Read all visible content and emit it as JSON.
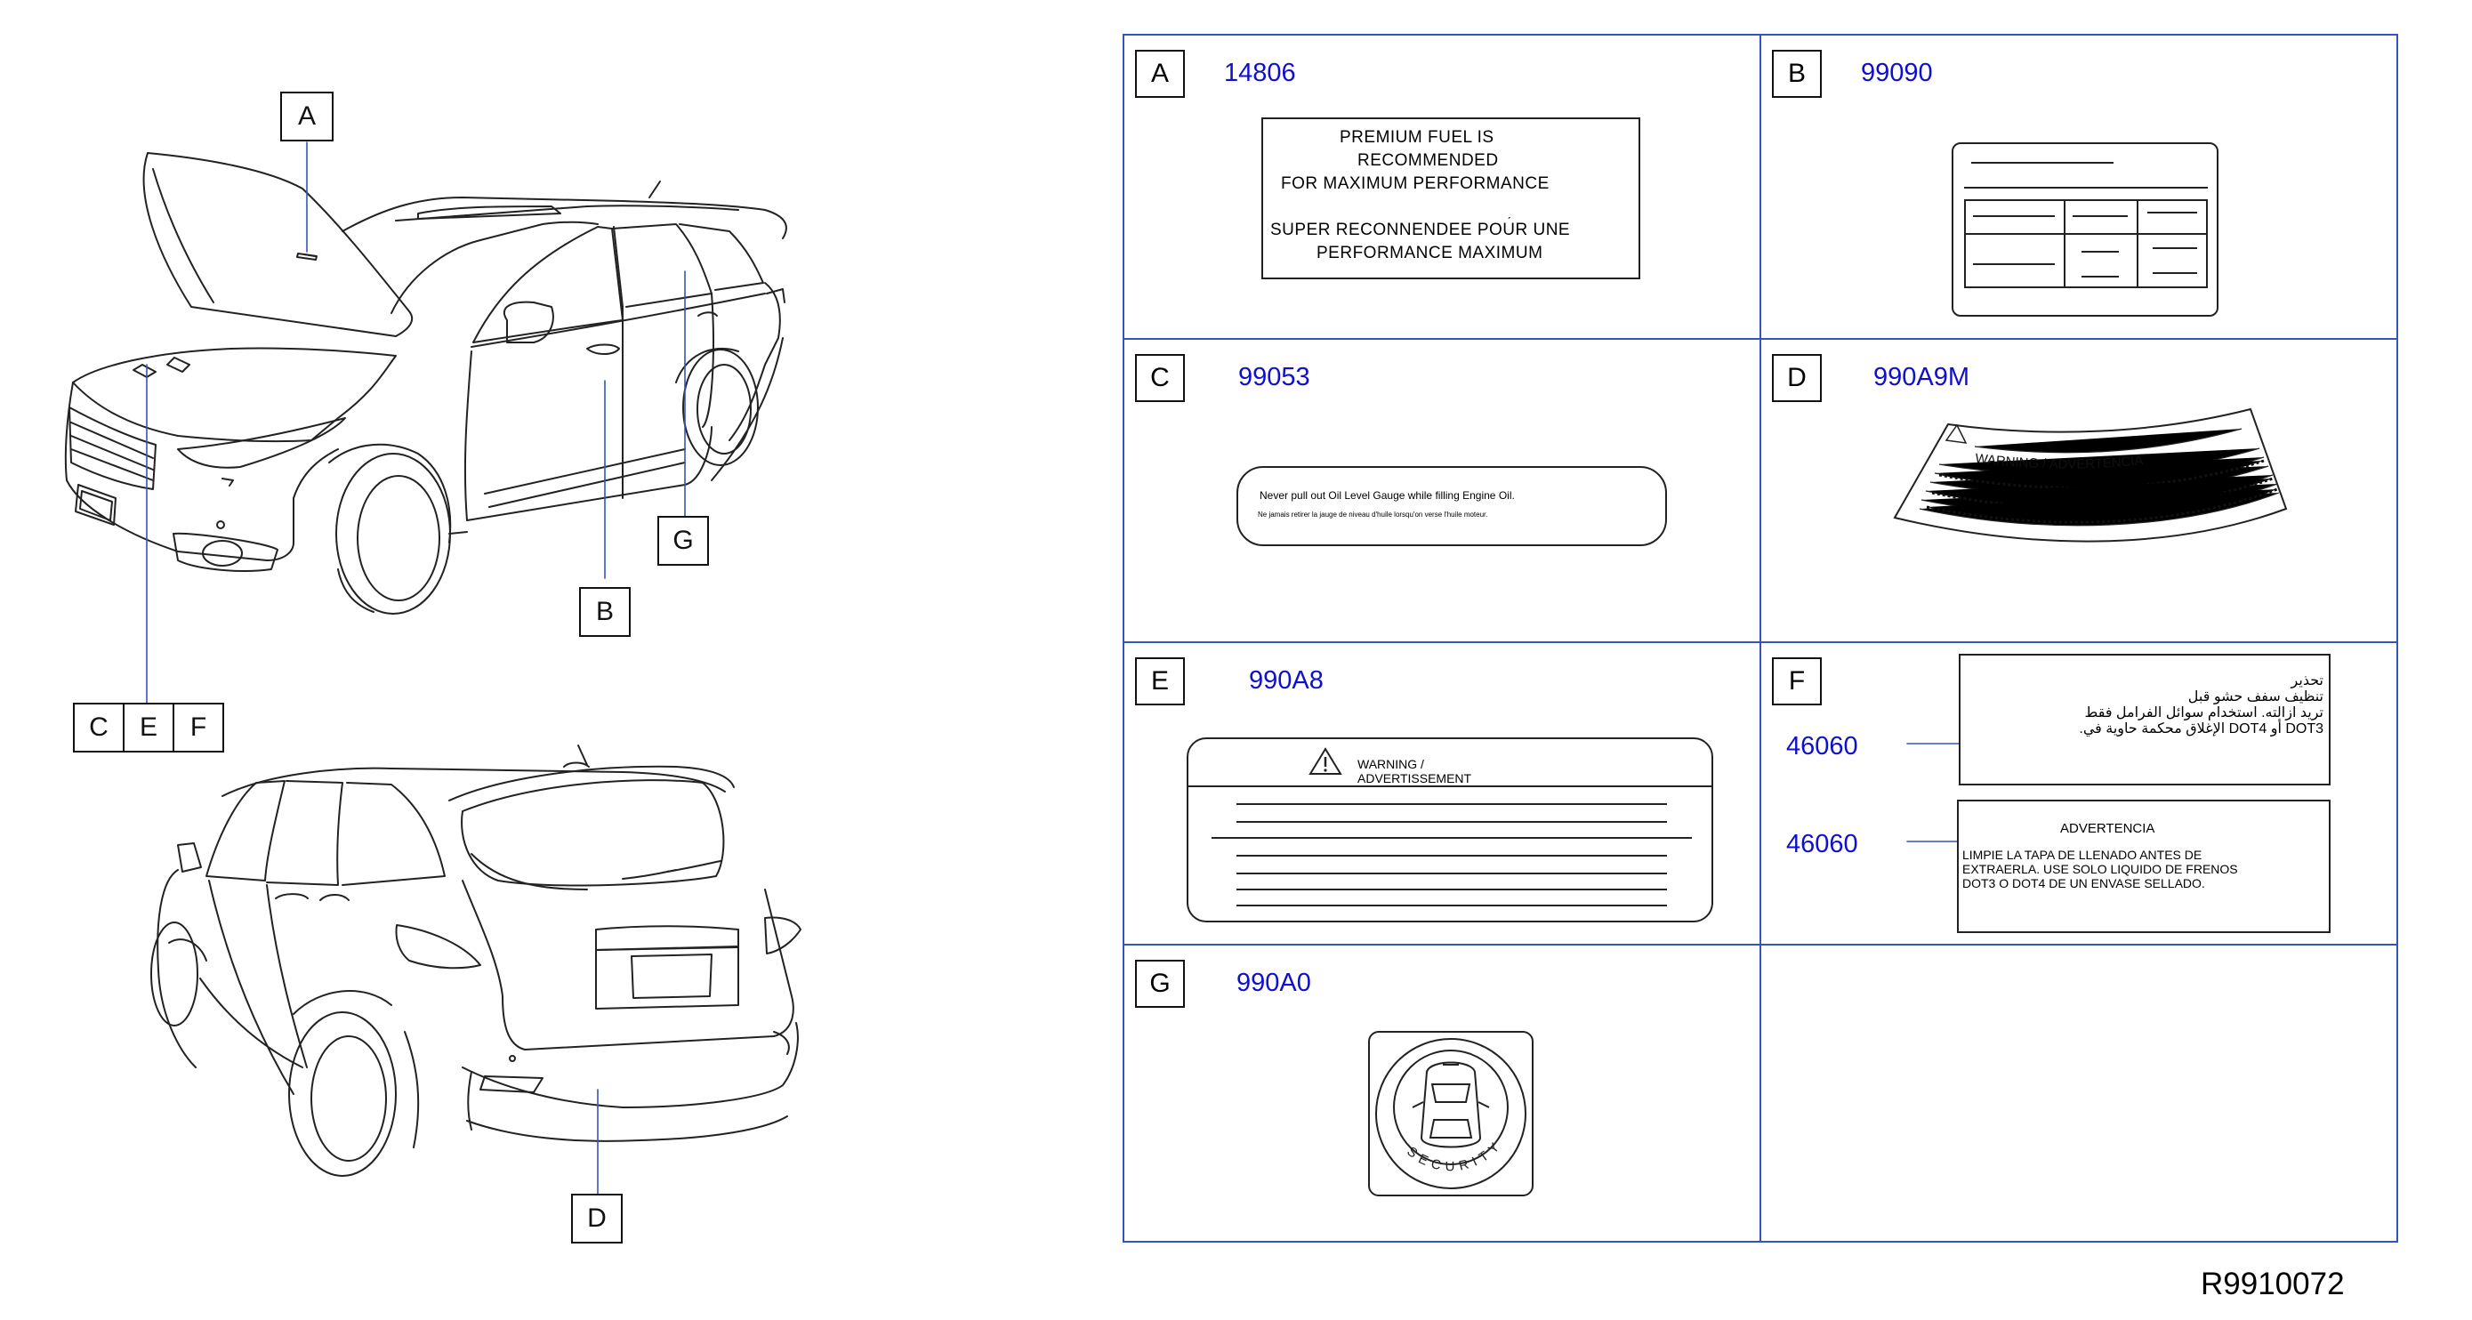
{
  "callouts": {
    "A": "A",
    "B": "B",
    "C": "C",
    "E": "E",
    "F": "F",
    "G": "G",
    "D": "D"
  },
  "cells": [
    {
      "letter": "A",
      "part_number": "14806"
    },
    {
      "letter": "B",
      "part_number": "99090"
    },
    {
      "letter": "C",
      "part_number": "99053"
    },
    {
      "letter": "D",
      "part_number": "990A9M"
    },
    {
      "letter": "E",
      "part_number": "990A8"
    },
    {
      "letter": "F",
      "part_numbers": [
        "46060",
        "46060"
      ]
    },
    {
      "letter": "G",
      "part_number": "990A0"
    }
  ],
  "label_a": {
    "lines": [
      "PREMIUM    FUEL    IS",
      "RECOMMENDED",
      "FOR    MAXIMUM    PERFORMANCE",
      "SUPER    RECONNENDEE    POUR    UNE",
      "PERFORMANCE    MAXIMUM"
    ],
    "accent_mark": "ˏ"
  },
  "label_c": {
    "line1": "Never    pull    out    Oil    Level    Gauge    while    filling    Engine    Oil.",
    "line2": "Ne    jamais    retirer    la    jauge    de    niveau    d'huile    lorsqu'on    verse    l'huile    moteur."
  },
  "label_d": {
    "heading": "WARNING / ADVERTENCIA"
  },
  "label_e": {
    "heading_1": "WARNING    /",
    "heading_2": "ADVERTISSEMENT",
    "warning_icon": "warning-triangle-icon"
  },
  "label_f1": {
    "line1": "تحذير",
    "line2": "تنظيف  سفف  حشو  قبل",
    "line3": "تريد  ازالته.  استخدام  سوائل  الفرامل  فقط",
    "line4": "DOT3  أو  DOT4  الإغلاق  محكمة  حاوية  في."
  },
  "label_f2": {
    "heading": "ADVERTENCIA",
    "line1": "LIMPIE   LA   TAPA   DE   LLENADO   ANTES   DE",
    "line2": "EXTRAERLA.   USE   SOLO   LIQUIDO   DE   FRENOS",
    "line3": "DOT3   O   DOT4   DE   UN   ENVASE   SELLADO."
  },
  "label_g": {
    "text": "SECURITY",
    "icon": "car-security-icon"
  },
  "reference_code": "R9910072"
}
